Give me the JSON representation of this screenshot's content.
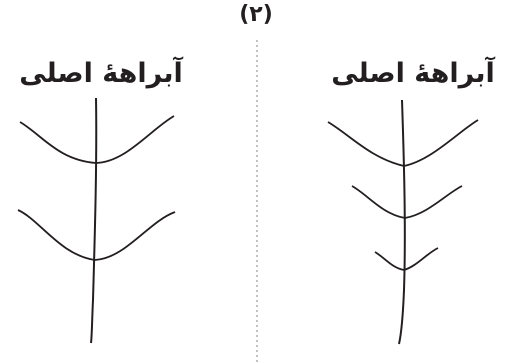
{
  "figure_number": "(۲)",
  "left_panel": {
    "title": "آبراههٔ اصلی"
  },
  "right_panel": {
    "title": "آبراههٔ اصلی"
  },
  "colors": {
    "stroke": "#231f20",
    "divider": "#9a9a9a",
    "background": "#ffffff"
  }
}
